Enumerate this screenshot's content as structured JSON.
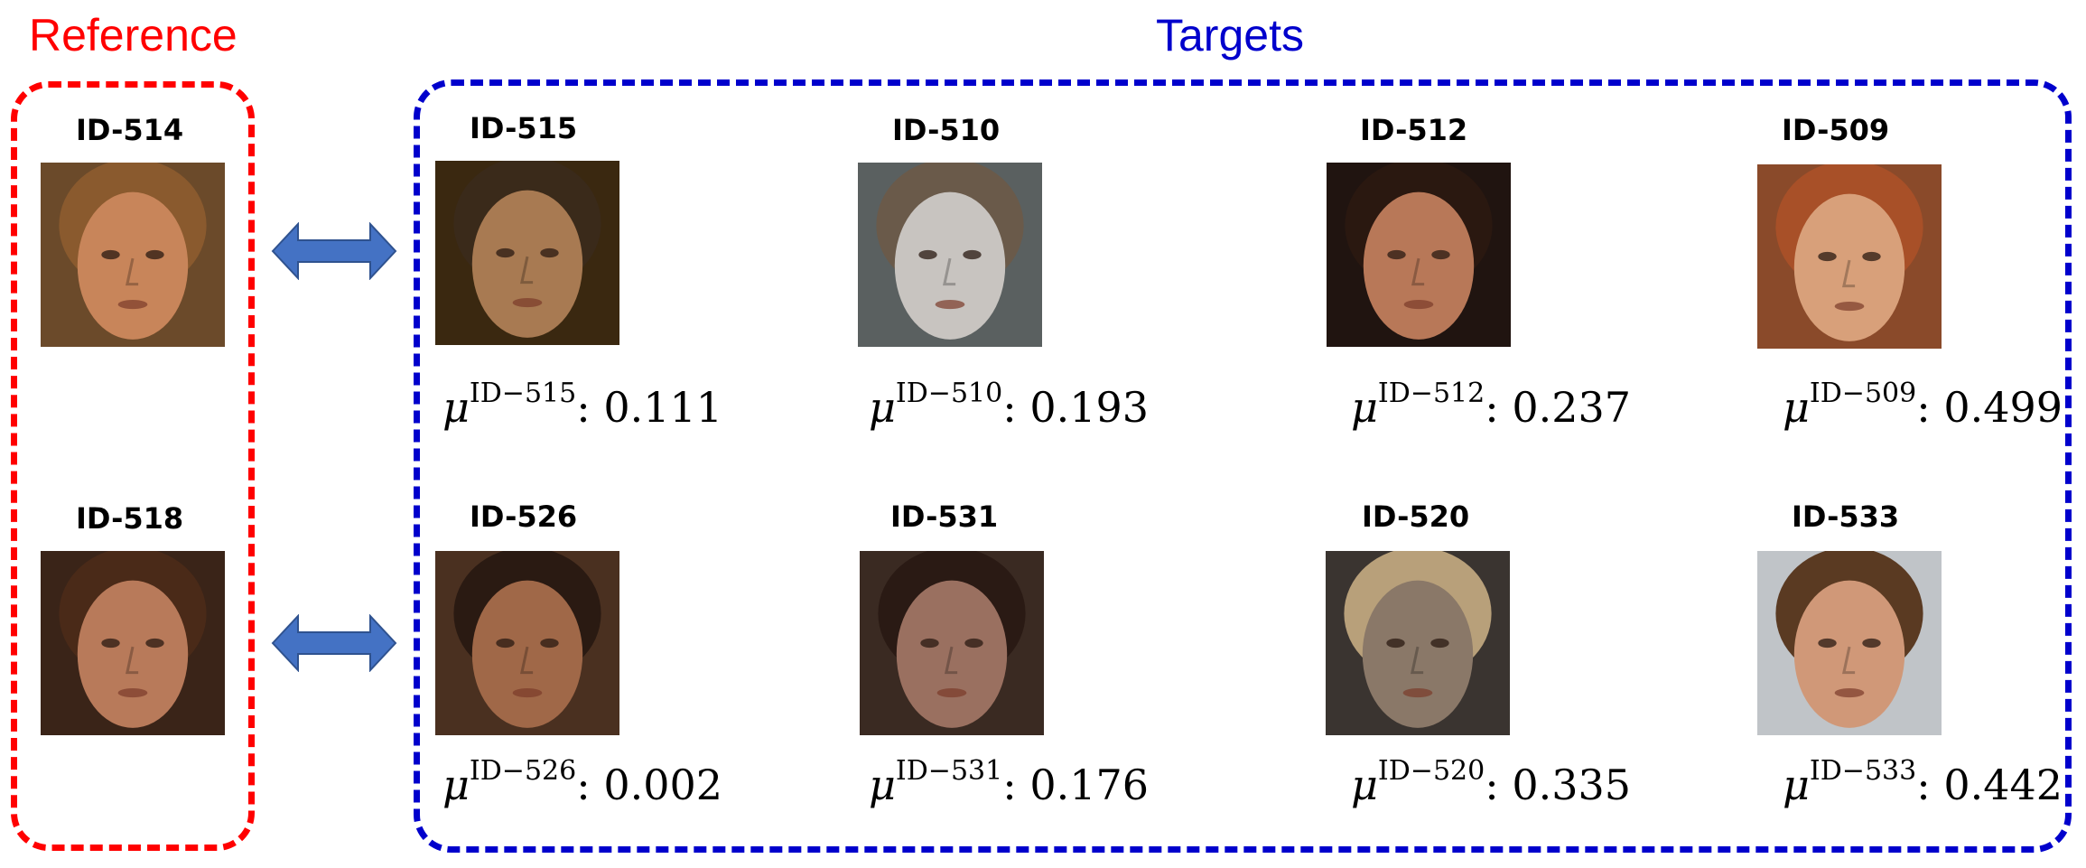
{
  "colors": {
    "reference": "#ff0000",
    "targets": "#0000cc",
    "arrow_fill": "#4472c4",
    "arrow_stroke": "#2f528f"
  },
  "reference": {
    "title": "Reference",
    "items": [
      {
        "id": "ID-514",
        "skin": "#c8855a",
        "hair": "#8a5a2e",
        "bg": "#6b4a2a"
      },
      {
        "id": "ID-518",
        "skin": "#b87a5a",
        "hair": "#4a2a18",
        "bg": "#3a2418"
      }
    ]
  },
  "targets": {
    "title": "Targets",
    "rows": [
      [
        {
          "id": "ID-515",
          "mu": "μ",
          "sup": "ID−515",
          "value": ": 0.111",
          "skin": "#a87a52",
          "hair": "#3a2a1a",
          "bg": "#3a2810"
        },
        {
          "id": "ID-510",
          "mu": "μ",
          "sup": "ID−510",
          "value": ": 0.193",
          "skin": "#c8c4c0",
          "hair": "#6a5a4a",
          "bg": "#5a6060"
        },
        {
          "id": "ID-512",
          "mu": "μ",
          "sup": "ID−512",
          "value": ": 0.237",
          "skin": "#b87858",
          "hair": "#2a1810",
          "bg": "#201410"
        },
        {
          "id": "ID-509",
          "mu": "μ",
          "sup": "ID−509",
          "value": ": 0.499",
          "skin": "#d8a07a",
          "hair": "#a85028",
          "bg": "#8a4a2a"
        }
      ],
      [
        {
          "id": "ID-526",
          "mu": "μ",
          "sup": "ID−526",
          "value": ": 0.002",
          "skin": "#a06848",
          "hair": "#2a1a12",
          "bg": "#4a3020"
        },
        {
          "id": "ID-531",
          "mu": "μ",
          "sup": "ID−531",
          "value": ": 0.176",
          "skin": "#9a7060",
          "hair": "#2a1a14",
          "bg": "#3a2a22"
        },
        {
          "id": "ID-520",
          "mu": "μ",
          "sup": "ID−520",
          "value": ": 0.335",
          "skin": "#8a7868",
          "hair": "#b8a07a",
          "bg": "#3a3430"
        },
        {
          "id": "ID-533",
          "mu": "μ",
          "sup": "ID−533",
          "value": ": 0.442",
          "skin": "#d09878",
          "hair": "#5a3a22",
          "bg": "#c0c4c8"
        }
      ]
    ]
  }
}
